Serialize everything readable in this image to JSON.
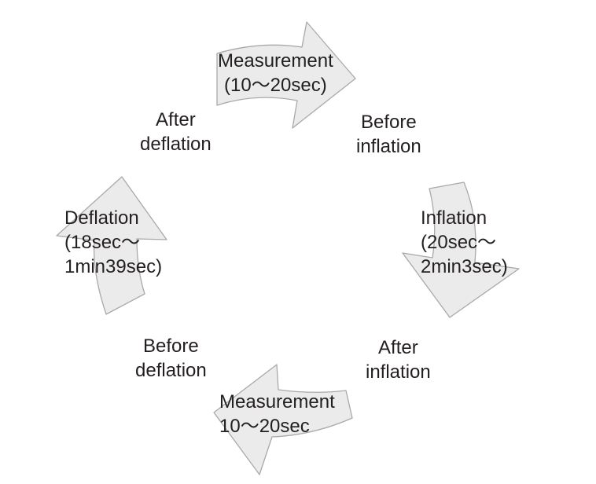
{
  "colors": {
    "arrow_fill": "#ebebeb",
    "arrow_stroke": "#a9a9a9",
    "text": "#231f20"
  },
  "arrows": {
    "top": "right-arrow",
    "right": "down-arrow",
    "bottom": "left-arrow",
    "left": "up-arrow"
  },
  "labels": {
    "measurement_top": [
      "Measurement",
      "(10〜20sec)"
    ],
    "before_inflation": [
      "Before",
      "inflation"
    ],
    "inflation": [
      "Inflation",
      "(20sec〜",
      "2min3sec)"
    ],
    "after_inflation": [
      "After",
      "inflation"
    ],
    "measurement_bottom": [
      "Measurement",
      "10〜20sec"
    ],
    "before_deflation": [
      "Before",
      "deflation"
    ],
    "deflation": [
      "Deflation",
      "(18sec〜",
      "1min39sec)"
    ],
    "after_deflation": [
      "After",
      "deflation"
    ]
  }
}
